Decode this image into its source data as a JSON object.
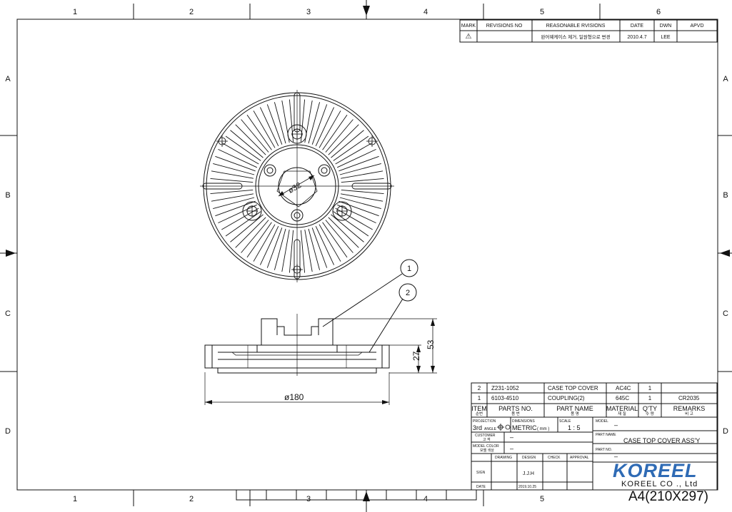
{
  "frame": {
    "columns_top": [
      "1",
      "2",
      "3",
      "4",
      "5",
      "6"
    ],
    "columns_bottom": [
      "1",
      "2",
      "3",
      "4",
      "5"
    ],
    "rows": [
      "A",
      "B",
      "C",
      "D"
    ]
  },
  "revisions": {
    "headers": {
      "mark": "MARK",
      "rev_no": "REVISIONS NO",
      "reason": "REASONABLE RVISIONS",
      "date": "DATE",
      "dwn": "DWN",
      "apvd": "APVD"
    },
    "row": {
      "mark": "⚠",
      "rev_no": "",
      "reason": "완어웨케이스 제거, 일원형으로 변경",
      "date": "2010.4.7",
      "dwn": "LEE",
      "apvd": ""
    }
  },
  "drawing": {
    "center_dim": "ø32",
    "width_dim": "ø180",
    "height_total": "53",
    "height_lower": "27",
    "balloons": [
      "1",
      "2"
    ]
  },
  "bom": {
    "rows": [
      {
        "item": "2",
        "part_no": "Z231-1052",
        "name": "CASE TOP COVER",
        "material": "AC4C",
        "qty": "1",
        "remarks": ""
      },
      {
        "item": "1",
        "part_no": "6103-4510",
        "name": "COUPLING(2)",
        "material": "645C",
        "qty": "1",
        "remarks": "CR2035"
      }
    ],
    "headers": {
      "item": "ITEM",
      "item_kr": "순번",
      "part_no": "PARTS NO.",
      "part_no_kr": "품 번",
      "name": "PART NAME",
      "name_kr": "품 명",
      "material": "MATERIAL",
      "material_kr": "재 질",
      "qty": "Q'TY",
      "qty_kr": "수 량",
      "remarks": "REMARKS",
      "remarks_kr": "비 고"
    }
  },
  "title_block": {
    "projection_label": "PROJECTION",
    "projection_value": "3rd",
    "projection_angle": "ANGLE",
    "dimensions_label": "DIMENSIONS",
    "dimensions_value": "METRIC",
    "dimensions_unit": "( mm )",
    "scale_label": "SCALE",
    "scale_value": "1 : 5",
    "model_label": "MODEL",
    "model_value": "–",
    "customer_label": "CUSTOMER",
    "customer_kr": "고 객",
    "customer_value": "–",
    "model_color_label": "MODEL COLOR",
    "model_color_kr": "모델 색상",
    "model_color_value": "–",
    "part_name_label": "PART NAME",
    "part_name_value": "CASE TOP COVER ASS'Y",
    "part_no_label": "PART NO.",
    "part_no_value": "–",
    "drawing_label": "DRAWING",
    "design_label": "DESIGN",
    "check_label": "CHECK",
    "approval_label": "APPROVAL",
    "sign_label": "SIGN",
    "design_sign": "J.J.H",
    "date_label": "DATE",
    "design_date": "2019.10.25"
  },
  "company": {
    "logo": "KOREEL",
    "name": "KOREEL CO ., Ltd",
    "sheet_size": "A4(210X297)"
  }
}
